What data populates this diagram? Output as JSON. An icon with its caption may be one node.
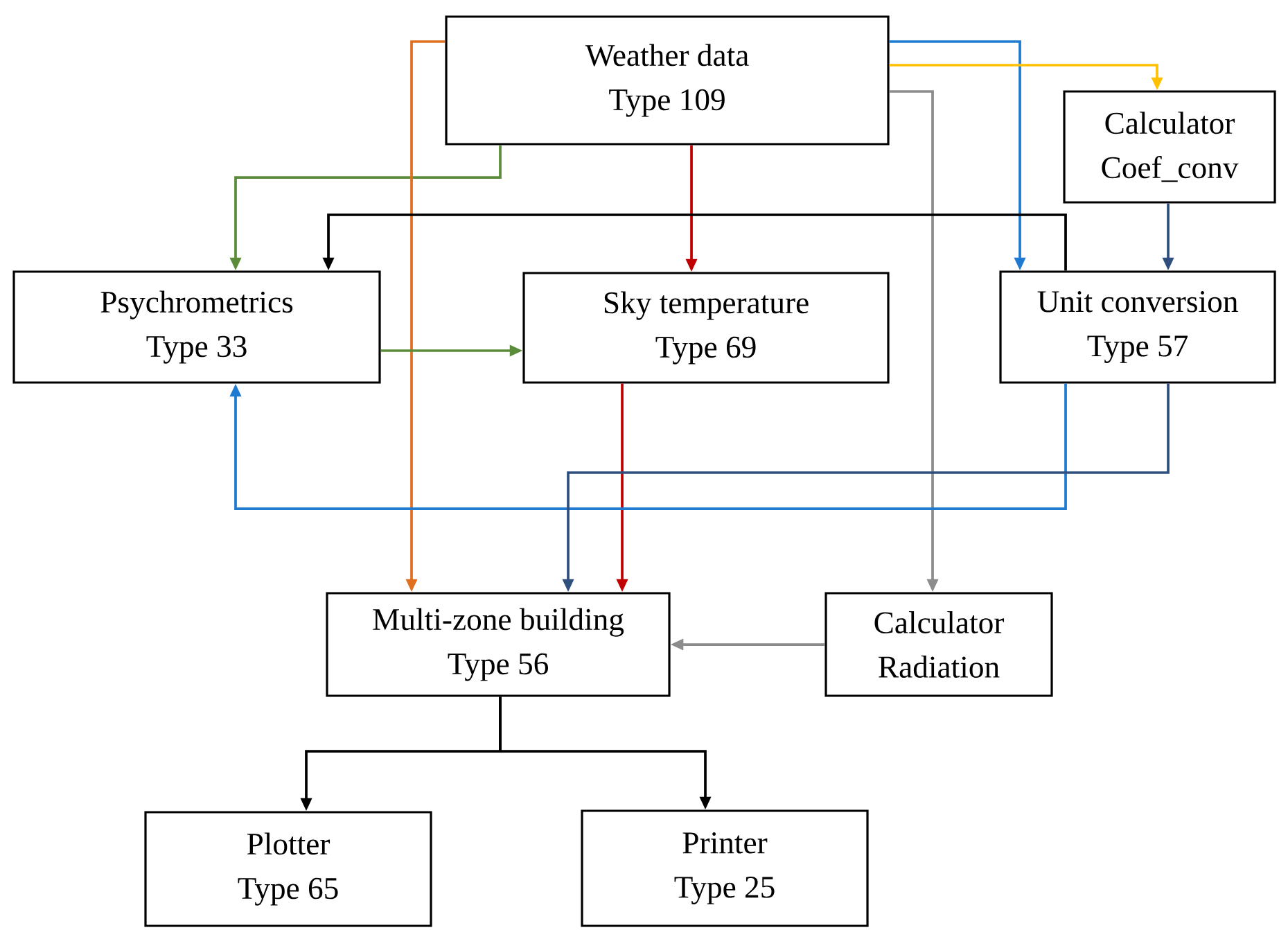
{
  "diagram": {
    "nodes": [
      {
        "text": [
          "Weather data",
          "Type 109"
        ]
      },
      {
        "text": [
          "Calculator",
          "Coef_conv"
        ]
      },
      {
        "text": [
          "Psychrometrics",
          "Type 33"
        ]
      },
      {
        "text": [
          "Sky temperature",
          "Type 69"
        ]
      },
      {
        "text": [
          "Unit conversion",
          "Type 57"
        ]
      },
      {
        "text": [
          "Multi-zone building",
          "Type 56"
        ]
      },
      {
        "text": [
          "Calculator",
          "Radiation"
        ]
      },
      {
        "text": [
          "Plotter",
          "Type 65"
        ]
      },
      {
        "text": [
          "Printer",
          "Type 25"
        ]
      }
    ],
    "edges": [
      {
        "from": 0,
        "to": 2,
        "arrow": "to",
        "color": "#5b8c3a"
      },
      {
        "from": 0,
        "to": 3,
        "arrow": "to",
        "color": "#c00000"
      },
      {
        "from": 0,
        "to": 4,
        "arrow": "to",
        "color": "#1f7bd0"
      },
      {
        "from": 0,
        "to": 1,
        "arrow": "to",
        "color": "#ffc000"
      },
      {
        "from": 0,
        "to": 6,
        "arrow": "to",
        "color": "#8c8c8c"
      },
      {
        "from": 0,
        "to": 5,
        "arrow": "to",
        "color": "#e07020"
      },
      {
        "from": 4,
        "to": 2,
        "arrow": "to"
      },
      {
        "from": 1,
        "to": 4,
        "arrow": "to",
        "color": "#2f4f7f"
      },
      {
        "from": 2,
        "to": 3,
        "arrow": "to",
        "color": "#5b8c3a"
      },
      {
        "from": 3,
        "to": 5,
        "arrow": "to",
        "color": "#c00000"
      },
      {
        "from": 4,
        "to": 2,
        "arrow": "to",
        "color": "#1f7bd0"
      },
      {
        "from": 4,
        "to": 5,
        "arrow": "to",
        "color": "#2f4f7f"
      },
      {
        "from": 6,
        "to": 5,
        "arrow": "to",
        "color": "#8c8c8c"
      },
      {
        "from": 5,
        "to": 7,
        "arrow": "to"
      },
      {
        "from": 5,
        "to": 8,
        "arrow": "to"
      }
    ]
  }
}
